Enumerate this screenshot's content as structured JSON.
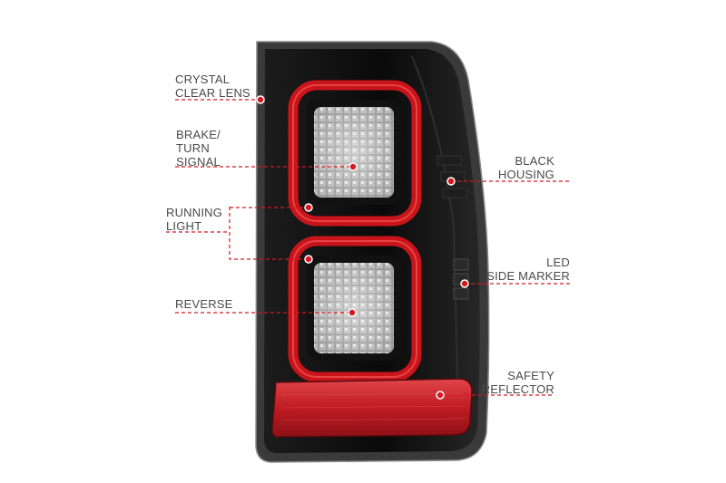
{
  "callouts": {
    "crystal_clear_lens": [
      "CRYSTAL",
      "CLEAR LENS"
    ],
    "brake_turn_signal": [
      "BRAKE/",
      "TURN",
      "SIGNAL"
    ],
    "running_light": [
      "RUNNING",
      "LIGHT"
    ],
    "reverse": [
      "REVERSE"
    ],
    "black_housing": [
      "BLACK",
      "HOUSING"
    ],
    "led_side_marker": [
      "LED",
      "SIDE MARKER"
    ],
    "safety_reflector": [
      "SAFETY",
      "REFLECTOR"
    ]
  },
  "colors": {
    "housing": "#0b0b0b",
    "light_bar": "#c8141a",
    "callout": "#d41a20",
    "label_text": "#4a4a4a"
  }
}
